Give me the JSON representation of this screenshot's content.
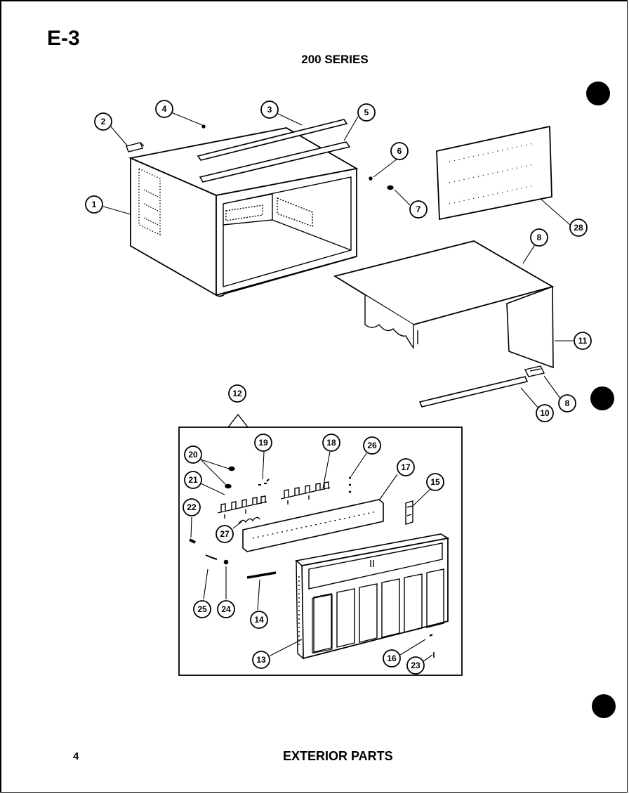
{
  "page_code": "E-3",
  "series_title": "200 SERIES",
  "page_number": "4",
  "footer_title": "EXTERIOR PARTS",
  "colors": {
    "ink": "#000000",
    "paper": "#ffffff"
  },
  "callouts": {
    "c1": "1",
    "c2": "2",
    "c3": "3",
    "c4": "4",
    "c5": "5",
    "c6": "6",
    "c7": "7",
    "c8a": "8",
    "c8b": "8",
    "c10": "10",
    "c11": "11",
    "c12": "12",
    "c13": "13",
    "c14": "14",
    "c15": "15",
    "c16": "16",
    "c17": "17",
    "c18": "18",
    "c19": "19",
    "c20": "20",
    "c21": "21",
    "c22": "22",
    "c23": "23",
    "c24": "24",
    "c25": "25",
    "c26": "26",
    "c27": "27",
    "c28": "28"
  }
}
